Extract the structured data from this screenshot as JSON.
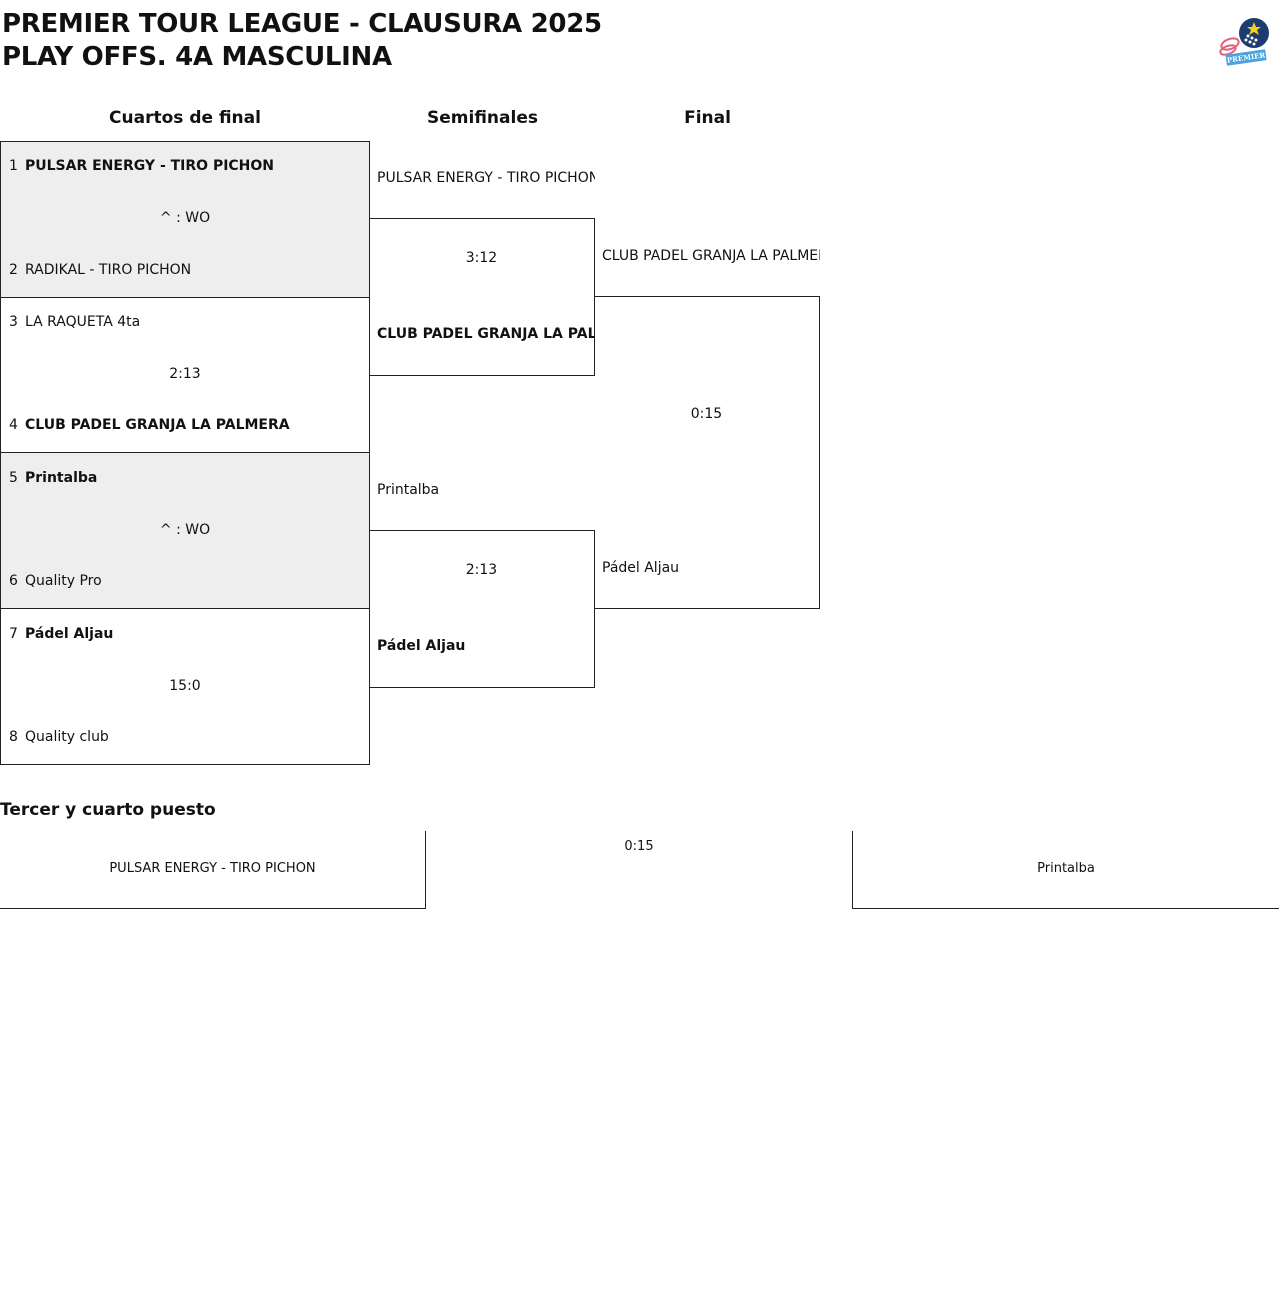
{
  "header": {
    "line1": "PREMIER TOUR LEAGUE - CLAUSURA 2025",
    "line2": "PLAY OFFS. 4A MASCULINA",
    "logo_text": "PREMIER"
  },
  "rounds": {
    "quarters": "Cuartos de final",
    "semis": "Semifinales",
    "final": "Final"
  },
  "quarterfinals": [
    {
      "top_seed": "1",
      "top_name": "PULSAR ENERGY - TIRO PICHON",
      "score": "^ : WO",
      "bottom_seed": "2",
      "bottom_name": "RADIKAL - TIRO PICHON",
      "winner": "top"
    },
    {
      "top_seed": "3",
      "top_name": "LA RAQUETA 4ta",
      "score": "2:13",
      "bottom_seed": "4",
      "bottom_name": "CLUB PADEL GRANJA LA PALMERA",
      "winner": "bottom"
    },
    {
      "top_seed": "5",
      "top_name": "Printalba",
      "score": "^ : WO",
      "bottom_seed": "6",
      "bottom_name": "Quality Pro",
      "winner": "top"
    },
    {
      "top_seed": "7",
      "top_name": "Pádel Aljau",
      "score": "15:0",
      "bottom_seed": "8",
      "bottom_name": "Quality club",
      "winner": "top"
    }
  ],
  "semifinals": [
    {
      "top_name": "PULSAR ENERGY - TIRO PICHON",
      "score": "3:12",
      "bottom_name": "CLUB PADEL GRANJA LA PALMERA",
      "winner": "bottom"
    },
    {
      "top_name": "Printalba",
      "score": "2:13",
      "bottom_name": "Pádel Aljau",
      "winner": "bottom"
    }
  ],
  "final": {
    "top_name": "CLUB PADEL GRANJA LA PALMERA",
    "score": "0:15",
    "bottom_name": "Pádel Aljau"
  },
  "third_place": {
    "title": "Tercer y cuarto puesto",
    "left_name": "PULSAR ENERGY - TIRO PICHON",
    "score": "0:15",
    "right_name": "Printalba"
  },
  "colors": {
    "shade": "#eeeeee",
    "border": "#222222",
    "logo_blue": "#1d3b6e",
    "logo_light_blue": "#4aa3df",
    "logo_pink": "#e4607a",
    "logo_star": "#f5d21b"
  }
}
